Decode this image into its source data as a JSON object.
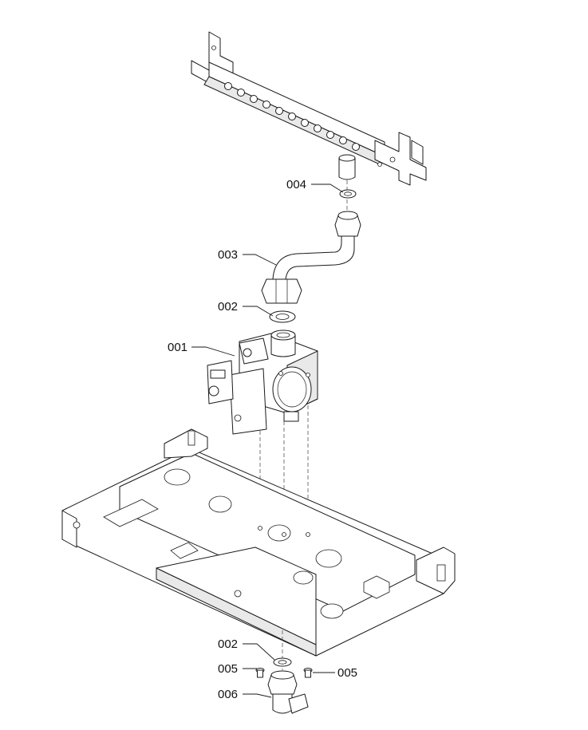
{
  "callouts": {
    "c004": "004",
    "c003": "003",
    "c002_top": "002",
    "c001": "001",
    "c002_bottom": "002",
    "c005_left": "005",
    "c005_right": "005",
    "c006": "006"
  }
}
